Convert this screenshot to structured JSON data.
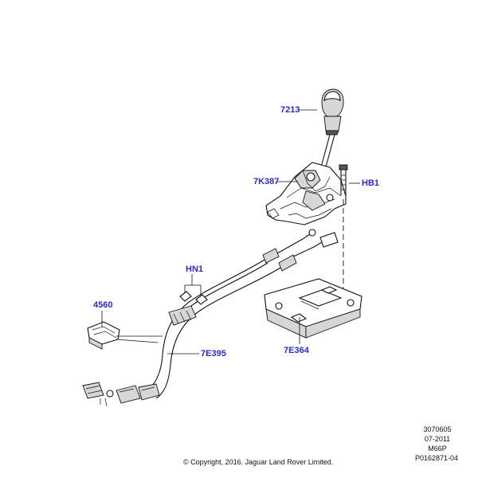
{
  "callouts": {
    "knob": "7213",
    "selector_housing": "7K387",
    "bolt": "HB1",
    "nuts": "HN1",
    "clip": "4560",
    "cable": "7E395",
    "bracket": "7E364"
  },
  "reference": {
    "number": "3070605",
    "date": "07-2011",
    "model": "M66P",
    "illustration": "P0162871-04"
  },
  "copyright": "© Copyright, 2016. Jaguar Land Rover Limited."
}
